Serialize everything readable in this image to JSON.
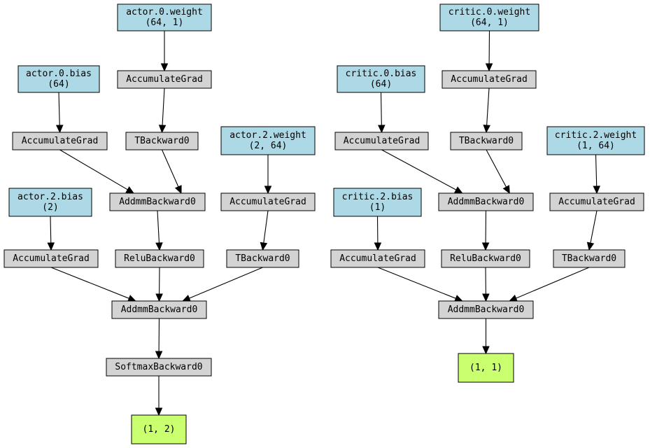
{
  "graphs": [
    {
      "name": "actor",
      "nodes": [
        {
          "id": "a_w0",
          "kind": "param",
          "lines": [
            "actor.0.weight",
            "(64, 1)"
          ]
        },
        {
          "id": "a_b0",
          "kind": "param",
          "lines": [
            "actor.0.bias",
            "(64)"
          ]
        },
        {
          "id": "a_ag_w0",
          "kind": "op",
          "lines": [
            "AccumulateGrad"
          ]
        },
        {
          "id": "a_ag_b0",
          "kind": "op",
          "lines": [
            "AccumulateGrad"
          ]
        },
        {
          "id": "a_t0",
          "kind": "op",
          "lines": [
            "TBackward0"
          ]
        },
        {
          "id": "a_w2",
          "kind": "param",
          "lines": [
            "actor.2.weight",
            "(2, 64)"
          ]
        },
        {
          "id": "a_addmm0",
          "kind": "op",
          "lines": [
            "AddmmBackward0"
          ]
        },
        {
          "id": "a_b2",
          "kind": "param",
          "lines": [
            "actor.2.bias",
            "(2)"
          ]
        },
        {
          "id": "a_ag_w2",
          "kind": "op",
          "lines": [
            "AccumulateGrad"
          ]
        },
        {
          "id": "a_ag_b2",
          "kind": "op",
          "lines": [
            "AccumulateGrad"
          ]
        },
        {
          "id": "a_relu",
          "kind": "op",
          "lines": [
            "ReluBackward0"
          ]
        },
        {
          "id": "a_t2",
          "kind": "op",
          "lines": [
            "TBackward0"
          ]
        },
        {
          "id": "a_addmm2",
          "kind": "op",
          "lines": [
            "AddmmBackward0"
          ]
        },
        {
          "id": "a_softmax",
          "kind": "op",
          "lines": [
            "SoftmaxBackward0"
          ]
        },
        {
          "id": "a_out",
          "kind": "out",
          "lines": [
            "(1, 2)"
          ]
        }
      ]
    },
    {
      "name": "critic",
      "nodes": [
        {
          "id": "c_w0",
          "kind": "param",
          "lines": [
            "critic.0.weight",
            "(64, 1)"
          ]
        },
        {
          "id": "c_b0",
          "kind": "param",
          "lines": [
            "critic.0.bias",
            "(64)"
          ]
        },
        {
          "id": "c_ag_w0",
          "kind": "op",
          "lines": [
            "AccumulateGrad"
          ]
        },
        {
          "id": "c_ag_b0",
          "kind": "op",
          "lines": [
            "AccumulateGrad"
          ]
        },
        {
          "id": "c_t0",
          "kind": "op",
          "lines": [
            "TBackward0"
          ]
        },
        {
          "id": "c_w2",
          "kind": "param",
          "lines": [
            "critic.2.weight",
            "(1, 64)"
          ]
        },
        {
          "id": "c_b2",
          "kind": "param",
          "lines": [
            "critic.2.bias",
            "(1)"
          ]
        },
        {
          "id": "c_addmm0",
          "kind": "op",
          "lines": [
            "AddmmBackward0"
          ]
        },
        {
          "id": "c_ag_w2",
          "kind": "op",
          "lines": [
            "AccumulateGrad"
          ]
        },
        {
          "id": "c_ag_b2",
          "kind": "op",
          "lines": [
            "AccumulateGrad"
          ]
        },
        {
          "id": "c_relu",
          "kind": "op",
          "lines": [
            "ReluBackward0"
          ]
        },
        {
          "id": "c_t2",
          "kind": "op",
          "lines": [
            "TBackward0"
          ]
        },
        {
          "id": "c_addmm2",
          "kind": "op",
          "lines": [
            "AddmmBackward0"
          ]
        },
        {
          "id": "c_out",
          "kind": "out",
          "lines": [
            "(1, 1)"
          ]
        }
      ]
    }
  ],
  "edges": [
    [
      "a_w0",
      "a_ag_w0"
    ],
    [
      "a_ag_w0",
      "a_t0"
    ],
    [
      "a_b0",
      "a_ag_b0"
    ],
    [
      "a_ag_b0",
      "a_addmm0"
    ],
    [
      "a_t0",
      "a_addmm0"
    ],
    [
      "a_w2",
      "a_ag_w2"
    ],
    [
      "a_ag_w2",
      "a_t2"
    ],
    [
      "a_b2",
      "a_ag_b2"
    ],
    [
      "a_addmm0",
      "a_relu"
    ],
    [
      "a_ag_b2",
      "a_addmm2"
    ],
    [
      "a_relu",
      "a_addmm2"
    ],
    [
      "a_t2",
      "a_addmm2"
    ],
    [
      "a_addmm2",
      "a_softmax"
    ],
    [
      "a_softmax",
      "a_out"
    ],
    [
      "c_w0",
      "c_ag_w0"
    ],
    [
      "c_ag_w0",
      "c_t0"
    ],
    [
      "c_b0",
      "c_ag_b0"
    ],
    [
      "c_ag_b0",
      "c_addmm0"
    ],
    [
      "c_t0",
      "c_addmm0"
    ],
    [
      "c_w2",
      "c_ag_w2"
    ],
    [
      "c_ag_w2",
      "c_t2"
    ],
    [
      "c_b2",
      "c_ag_b2"
    ],
    [
      "c_addmm0",
      "c_relu"
    ],
    [
      "c_ag_b2",
      "c_addmm2"
    ],
    [
      "c_relu",
      "c_addmm2"
    ],
    [
      "c_t2",
      "c_addmm2"
    ],
    [
      "c_addmm2",
      "c_out"
    ]
  ],
  "colors": {
    "param": "#add8e6",
    "op": "#d3d3d3",
    "output": "#caff70"
  }
}
